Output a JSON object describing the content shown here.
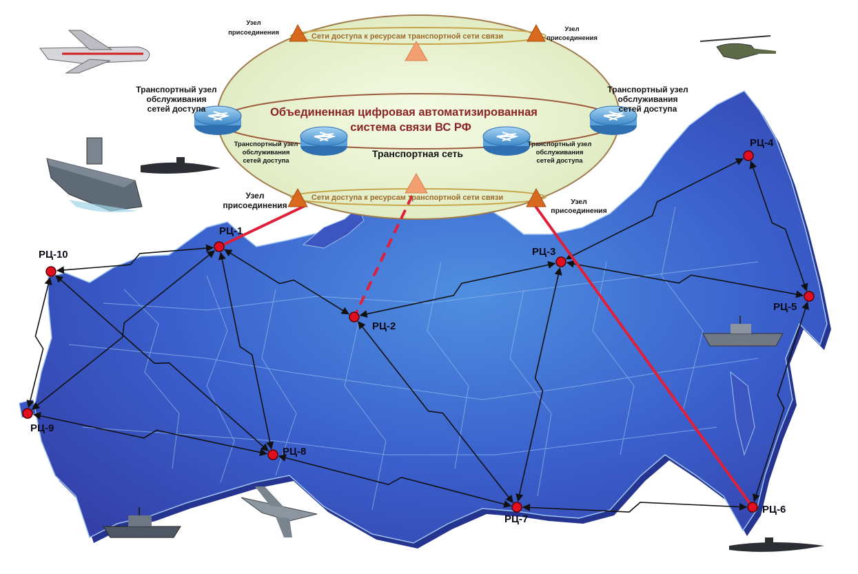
{
  "diagram": {
    "title_line1": "Объединенная цифровая автоматизированная",
    "title_line2": "система связи ВС РФ",
    "transport_net": "Транспортная сеть",
    "access_top": "Сети доступа к ресурсам транспортной сети связи",
    "access_bottom": "Сети доступа к ресурсам транспортной сети связи",
    "attach_node_tl": [
      "Узел",
      "присоединения"
    ],
    "attach_node_tr": [
      "Узел",
      "присоединения"
    ],
    "attach_node_bl": [
      "Узел",
      "присоединения"
    ],
    "attach_node_br": [
      "Узел",
      "присоединения"
    ],
    "transport_node_left": [
      "Транспортный узел",
      "обслуживания",
      "сетей доступа"
    ],
    "transport_node_right": [
      "Транспортный узел",
      "обслуживания",
      "сетей доступа"
    ],
    "transport_node_inner_left": [
      "Транспортный узел",
      "обслуживания",
      "сетей доступа"
    ],
    "transport_node_inner_right": [
      "Транспортный узел",
      "обслуживания",
      "сетей доступа"
    ]
  },
  "nodes": [
    {
      "id": "rc1",
      "label": "РЦ-1"
    },
    {
      "id": "rc2",
      "label": "РЦ-2"
    },
    {
      "id": "rc3",
      "label": "РЦ-3"
    },
    {
      "id": "rc4",
      "label": "РЦ-4"
    },
    {
      "id": "rc5",
      "label": "РЦ-5"
    },
    {
      "id": "rc6",
      "label": "РЦ-6"
    },
    {
      "id": "rc7",
      "label": "РЦ-7"
    },
    {
      "id": "rc8",
      "label": "РЦ-8"
    },
    {
      "id": "rc9",
      "label": "РЦ-9"
    },
    {
      "id": "rc10",
      "label": "РЦ-10"
    }
  ],
  "links": [
    [
      "rc10",
      "rc1"
    ],
    [
      "rc10",
      "rc9"
    ],
    [
      "rc10",
      "rc8"
    ],
    [
      "rc1",
      "rc9"
    ],
    [
      "rc1",
      "rc8"
    ],
    [
      "rc1",
      "rc2"
    ],
    [
      "rc9",
      "rc8"
    ],
    [
      "rc8",
      "rc7"
    ],
    [
      "rc2",
      "rc7"
    ],
    [
      "rc2",
      "rc3"
    ],
    [
      "rc3",
      "rc7"
    ],
    [
      "rc3",
      "rc4"
    ],
    [
      "rc3",
      "rc5"
    ],
    [
      "rc4",
      "rc5"
    ],
    [
      "rc5",
      "rc6"
    ],
    [
      "rc7",
      "rc6"
    ]
  ],
  "colors": {
    "map_fill": "#3e58c4",
    "map_dark": "#2a3c9e",
    "ellipse_fill": "#eef5d6",
    "ellipse_stroke": "#9c5a3c",
    "node_fill": "#e01020",
    "uplink": "#e0203a",
    "triangle": "#d9691e"
  }
}
